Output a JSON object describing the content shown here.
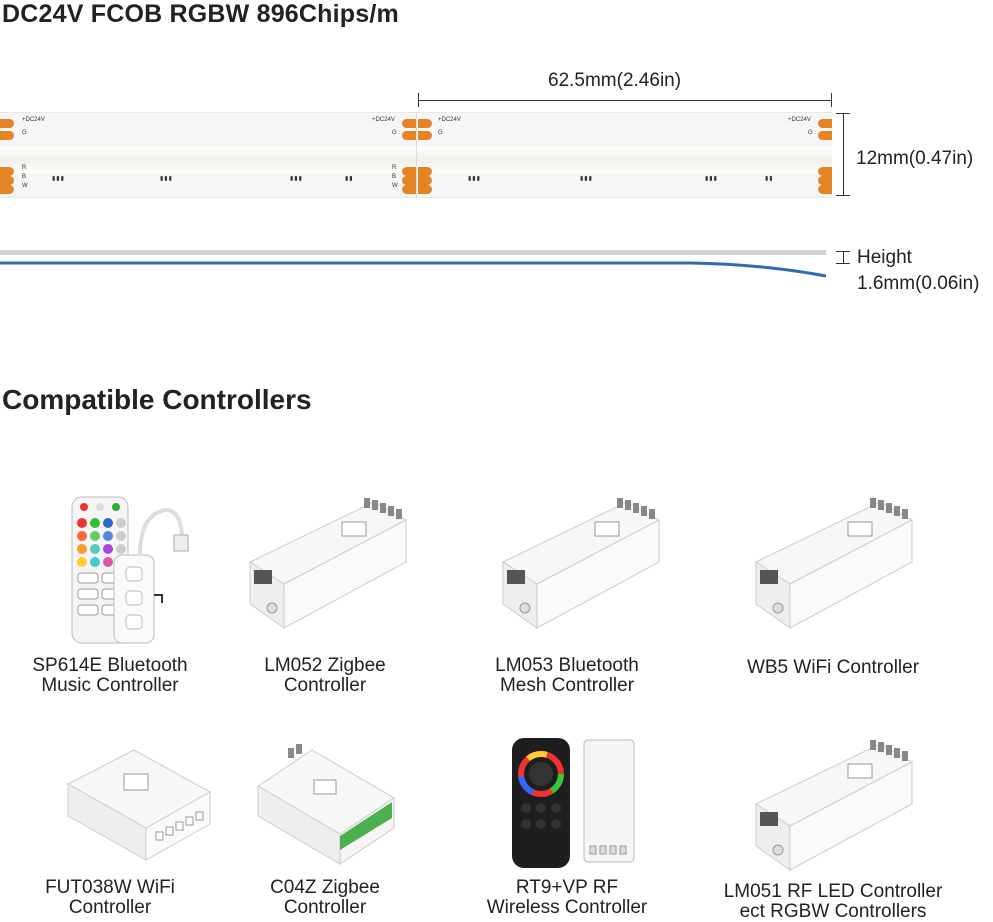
{
  "header": {
    "title": "DC24V FCOB RGBW 896Chips/m"
  },
  "dimensions": {
    "length_label": "62.5mm(2.46in)",
    "width_label": "12mm(0.47in)",
    "height_label": "Height",
    "height_value": "1.6mm(0.06in)"
  },
  "strip": {
    "voltage_label": "+DC24V",
    "g_label": "G",
    "r_label": "R",
    "b_label": "B",
    "w_label": "W"
  },
  "section": {
    "title": "Compatible Controllers"
  },
  "controllers": [
    {
      "line1": "SP614E Bluetooth",
      "line2": "Music Controller"
    },
    {
      "line1": "LM052 Zigbee",
      "line2": "Controller"
    },
    {
      "line1": "LM053 Bluetooth",
      "line2": "Mesh Controller"
    },
    {
      "line1": "WB5 WiFi Controller",
      "line2": ""
    },
    {
      "line1": "FUT038W WiFi",
      "line2": "Controller"
    },
    {
      "line1": "C04Z Zigbee",
      "line2": "Controller"
    },
    {
      "line1": "RT9+VP RF",
      "line2": "Wireless Controller"
    },
    {
      "line1": "LM051 RF LED Controller",
      "line2": "ect RGBW Controllers"
    }
  ],
  "colors": {
    "pad": "#e48422",
    "profile_blue": "#2f6bb3",
    "text": "#222222"
  }
}
